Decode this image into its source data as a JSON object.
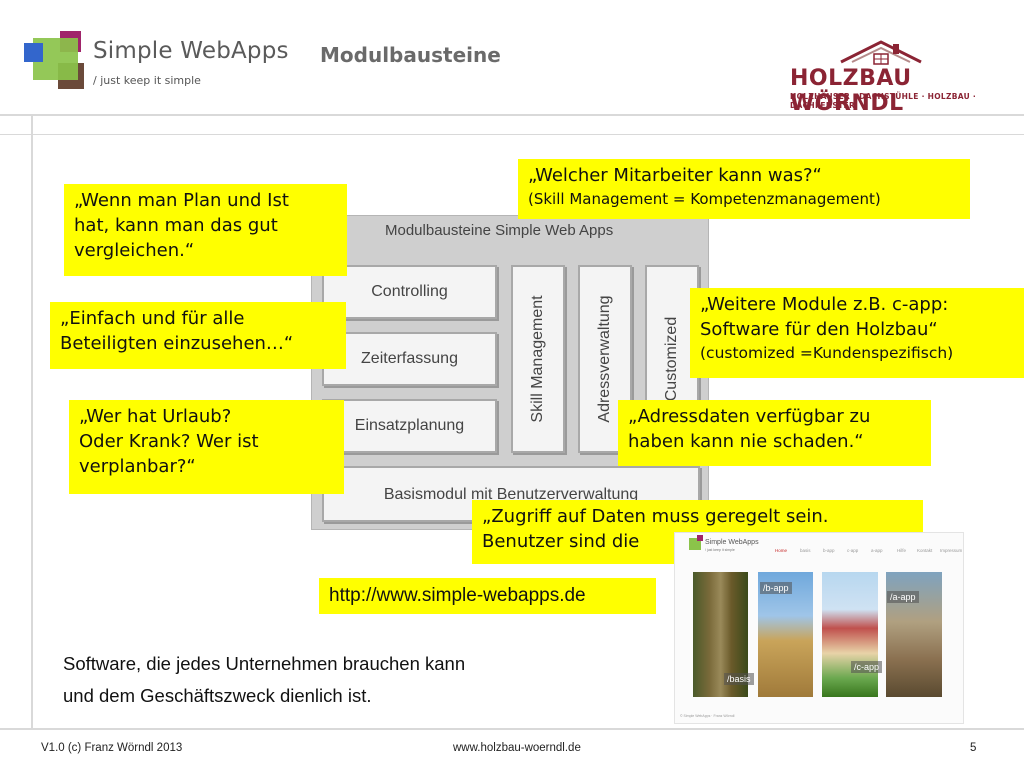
{
  "header": {
    "brand_title": "Simple WebApps",
    "brand_tagline": "/ just keep it simple",
    "slide_title": "Modulbausteine",
    "company_name": "HOLZBAU WÖRNDL",
    "company_subline": "HOLZHÄUSER · DACHSTÜHLE · HOLZBAU · DACHFENSTER",
    "logo_colors": {
      "blue": "#3366cc",
      "green": "#7cb342",
      "magenta": "#a0246a",
      "brown": "#6b4a3a",
      "company_red": "#8b2434"
    }
  },
  "diagram": {
    "title": "Modulbausteine Simple Web Apps",
    "modules": [
      "Controlling",
      "Zeiterfassung",
      "Einsatzplanung",
      "Basismodul mit Benutzerverwaltung"
    ],
    "vertical_modules": [
      "Skill Management",
      "Adressverwaltung",
      "Customized"
    ]
  },
  "callouts": {
    "plan_ist": [
      "„Wenn man Plan und Ist",
      "hat, kann man das gut",
      "vergleichen.“"
    ],
    "einsehen": [
      "„Einfach und für alle",
      "Beteiligten einzusehen…“"
    ],
    "urlaub": [
      "„Wer hat Urlaub?",
      "Oder Krank? Wer ist",
      "verplanbar?“"
    ],
    "mitarbeiter": [
      "„Welcher Mitarbeiter kann was?“",
      "(Skill Management = Kompetenzmanagement)"
    ],
    "weitere": [
      "„Weitere Module z.B. c-app:",
      "Software für den Holzbau“",
      "(customized =Kundenspezifisch)"
    ],
    "adressdaten": [
      "„Adressdaten verfügbar zu",
      "haben kann nie schaden.“"
    ],
    "zugriff": [
      "„Zugriff auf Daten muss geregelt sein.",
      "Benutzer sind die"
    ]
  },
  "url": "http://www.simple-webapps.de",
  "body_text": [
    "Software, die jedes Unternehmen brauchen kann",
    "und dem Geschäftszweck dienlich ist."
  ],
  "thumbnail": {
    "site_title": "Simple WebApps",
    "site_tagline": "/ just keep it simple",
    "nav": [
      "Home",
      "basis",
      "b-app",
      "c-app",
      "a-app",
      "Hilfe",
      "Kontakt",
      "Impressum"
    ],
    "labels": [
      "/basis",
      "/b-app",
      "/c-app",
      "/a-app"
    ],
    "footer_text": "© Simple WebApps · Franz Wörndl"
  },
  "footer": {
    "version": "V1.0  (c) Franz Wörndl 2013",
    "website": "www.holzbau-woerndl.de",
    "page_number": "5"
  }
}
